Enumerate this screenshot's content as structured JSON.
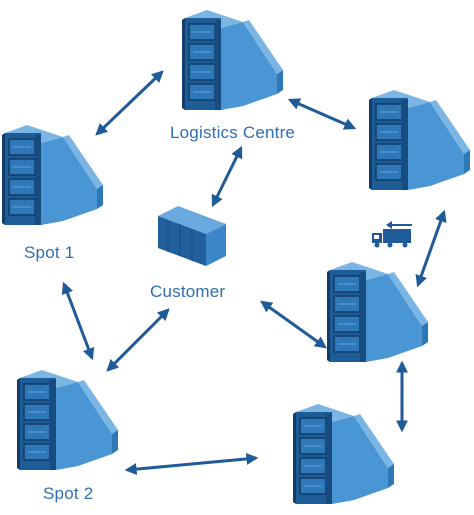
{
  "labels": {
    "logistics_centre": "Logistics Centre",
    "spot_1": "Spot 1",
    "customer": "Customer",
    "spot_2": "Spot 2"
  },
  "colors": {
    "label": "#2e6fb3",
    "arrow": "#1f5a99",
    "server_front": "#1d5c96",
    "server_side": "#4a95d3",
    "server_top": "#7ab5e4",
    "server_dark": "#123d68",
    "container_front": "#215f9d",
    "container_side": "#3a86c8",
    "container_top": "#6aa9dd",
    "truck": "#1f5a99"
  },
  "icons": {
    "server": "server-rack-icon",
    "container": "shipping-container-icon",
    "truck": "delivery-truck-icon"
  }
}
